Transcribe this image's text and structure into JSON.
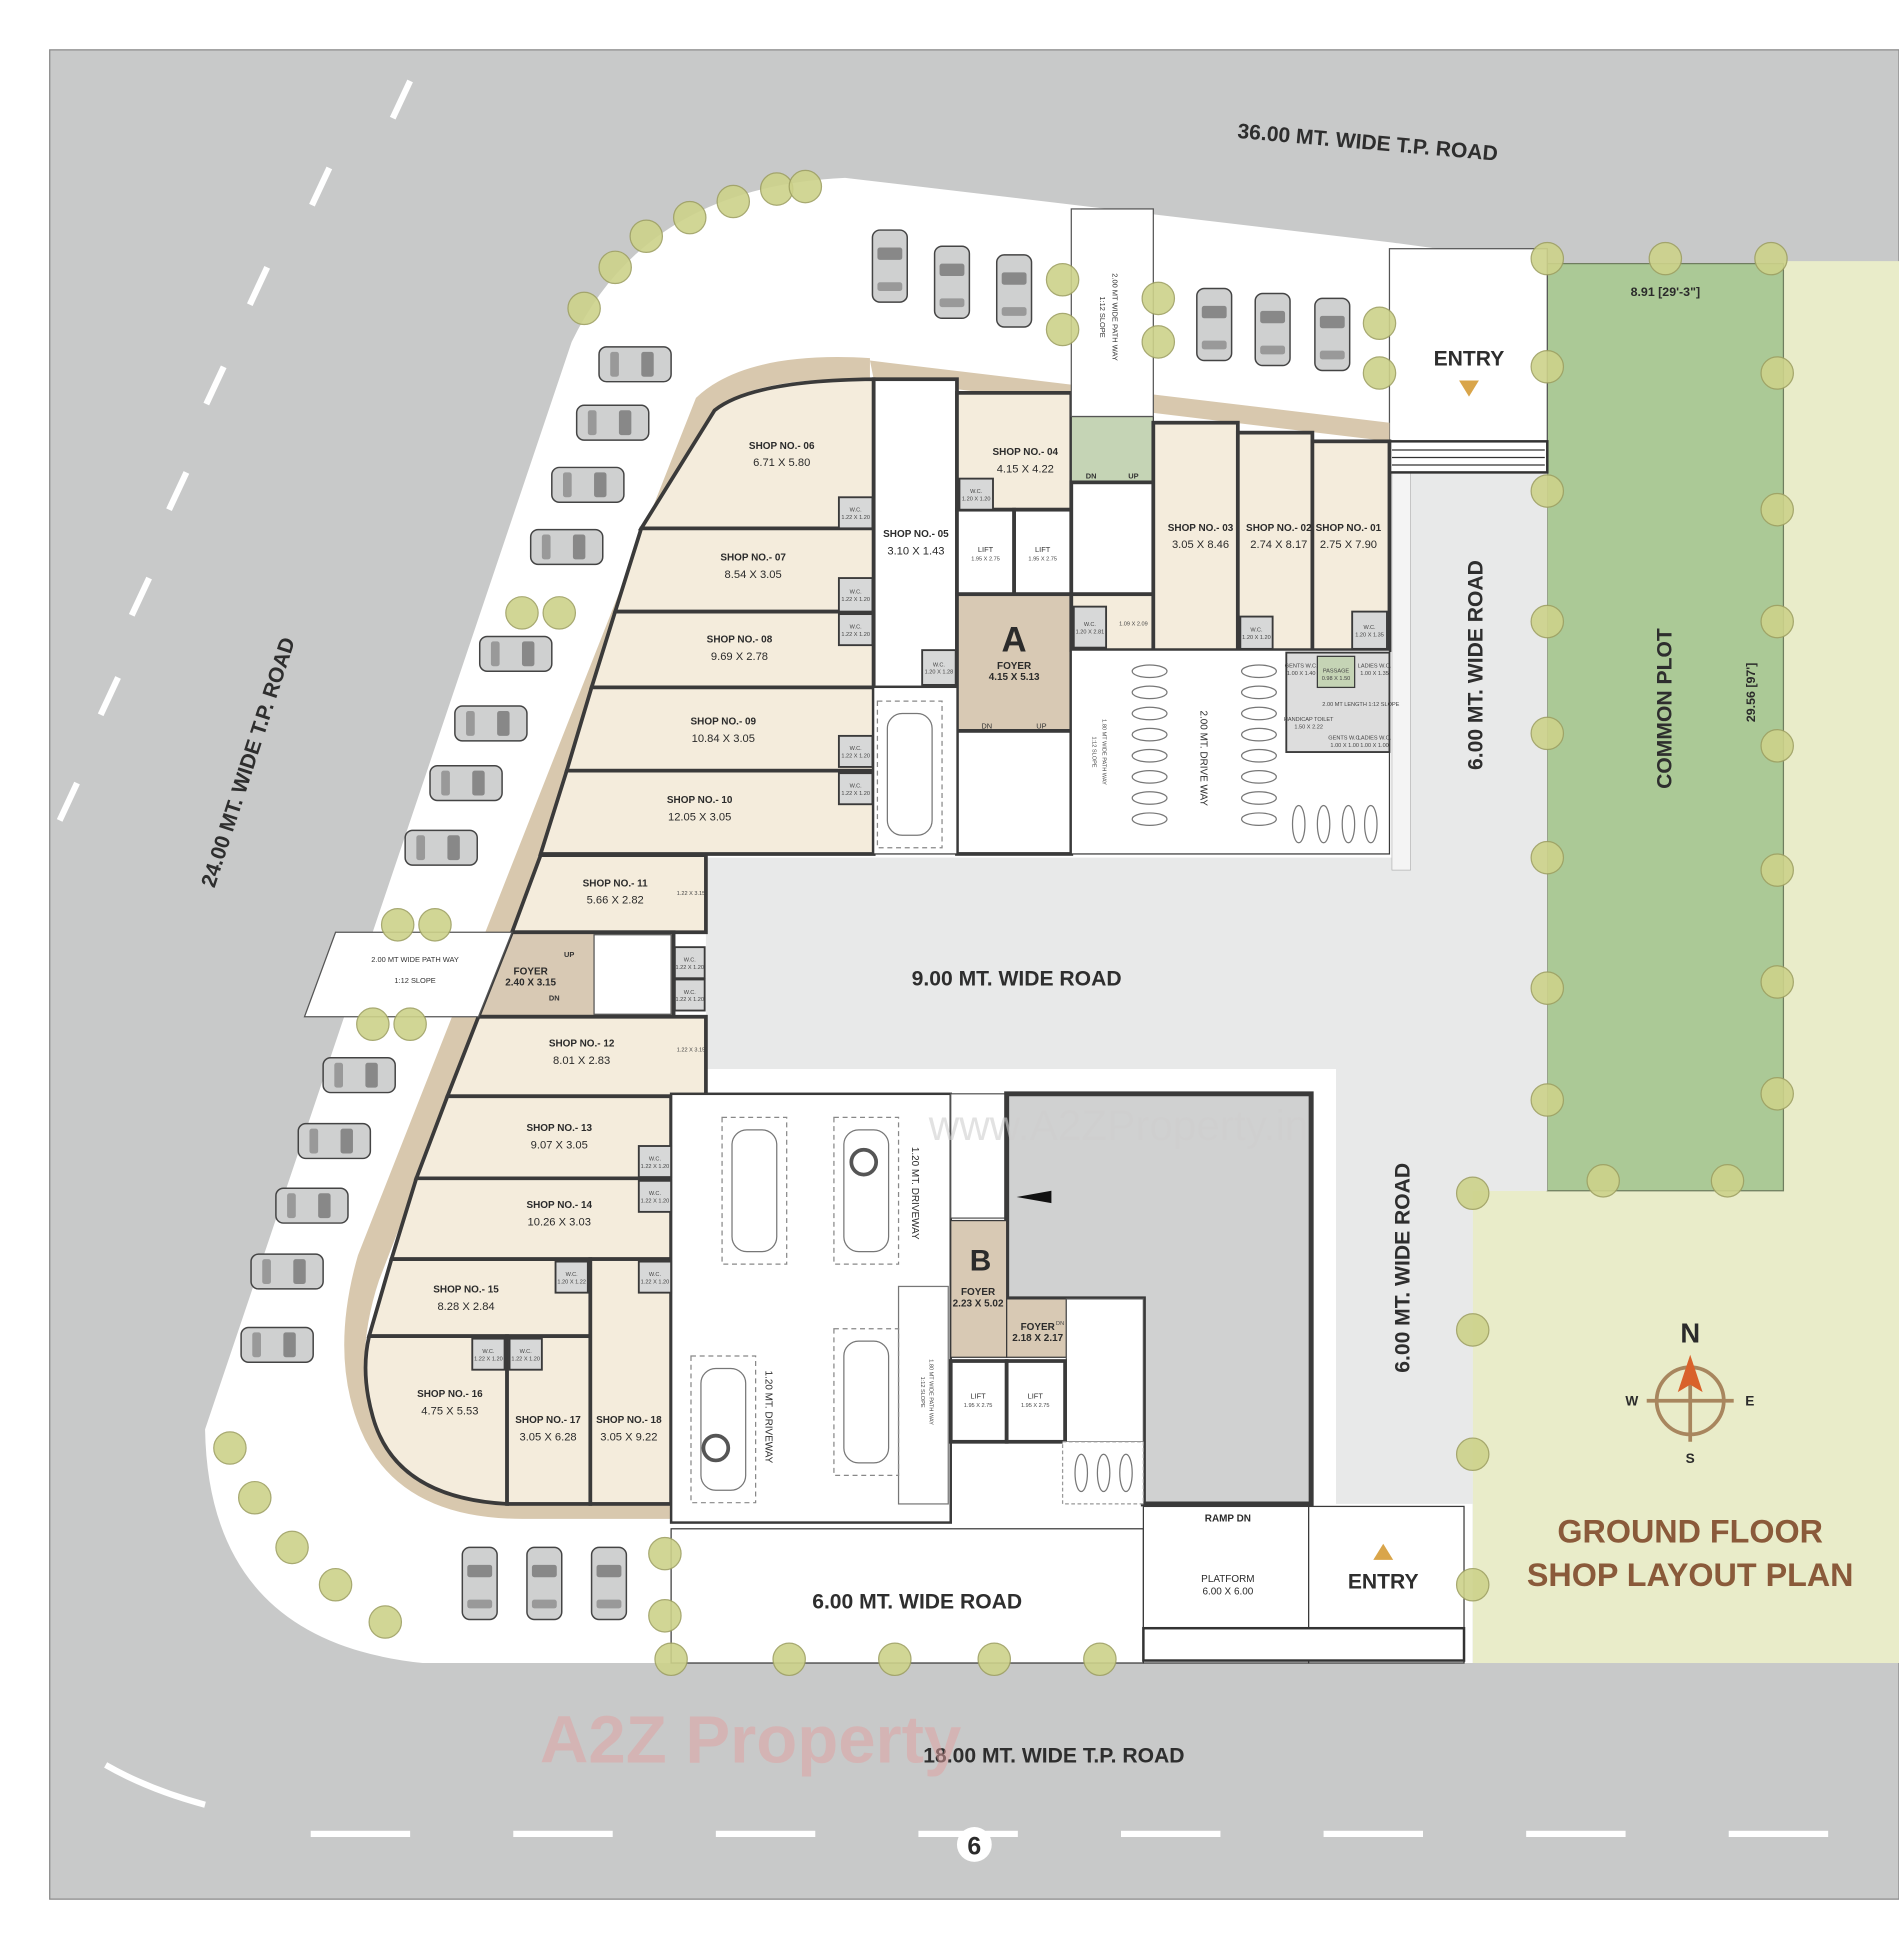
{
  "roads": {
    "top": "36.00 MT. WIDE T.P. ROAD",
    "left": "24.00 MT. WIDE T.P. ROAD",
    "bottom": "18.00 MT. WIDE T.P. ROAD",
    "center": "9.00 MT. WIDE ROAD",
    "right_upper": "6.00 MT. WIDE ROAD",
    "right_lower": "6.00 MT. WIDE ROAD",
    "bottom_inner": "6.00 MT. WIDE ROAD"
  },
  "shops": [
    {
      "name": "SHOP NO.- 01",
      "size": "2.75 X 7.90"
    },
    {
      "name": "SHOP NO.- 02",
      "size": "2.74 X 8.17"
    },
    {
      "name": "SHOP NO.- 03",
      "size": "3.05 X 8.46"
    },
    {
      "name": "SHOP NO.- 04",
      "size": "4.15 X 4.22"
    },
    {
      "name": "SHOP NO.- 05",
      "size": "3.10 X 1.43"
    },
    {
      "name": "SHOP NO.- 06",
      "size": "6.71 X 5.80"
    },
    {
      "name": "SHOP NO.- 07",
      "size": "8.54 X 3.05"
    },
    {
      "name": "SHOP NO.- 08",
      "size": "9.69 X 2.78"
    },
    {
      "name": "SHOP NO.- 09",
      "size": "10.84 X 3.05"
    },
    {
      "name": "SHOP NO.- 10",
      "size": "12.05 X 3.05"
    },
    {
      "name": "SHOP NO.- 11",
      "size": "5.66 X 2.82"
    },
    {
      "name": "SHOP NO.- 12",
      "size": "8.01 X 2.83"
    },
    {
      "name": "SHOP NO.- 13",
      "size": "9.07 X 3.05"
    },
    {
      "name": "SHOP NO.- 14",
      "size": "10.26 X 3.03"
    },
    {
      "name": "SHOP NO.- 15",
      "size": "8.28 X 2.84"
    },
    {
      "name": "SHOP NO.- 16",
      "size": "4.75 X 5.53"
    },
    {
      "name": "SHOP NO.- 17",
      "size": "3.05 X 6.28"
    },
    {
      "name": "SHOP NO.- 18",
      "size": "3.05 X 9.22"
    }
  ],
  "wc": {
    "label": "W.C.",
    "sizes": [
      "1.22 X 1.20",
      "1.20 X 1.20",
      "1.20 X 1.28",
      "1.20 X 1.35",
      "1.20 X 2.81",
      "1.20 X 1.22"
    ]
  },
  "core_a": {
    "letter": "A",
    "foyer": "FOYER",
    "foyer_size": "4.15 X 5.13",
    "lift": "LIFT",
    "lift_size": "1.95 X 2.75",
    "up": "UP",
    "dn": "DN",
    "extra_area": "1.09 X 2.09"
  },
  "core_b": {
    "letter": "B",
    "foyer": "FOYER",
    "foyer_size": "2.23 X 5.02",
    "foyer2_size": "2.18 X 2.17",
    "lift": "LIFT",
    "lift_size": "1.95 X 2.75",
    "dn": "DN"
  },
  "core_side": {
    "foyer": "FOYER",
    "foyer_size": "2.40 X 3.15",
    "up": "UP",
    "dn": "DN",
    "niche_size": "1.22 X 3.15"
  },
  "toilets": {
    "gents": "GENTS W.C.",
    "gents_size": "1.00 X 1.40",
    "ladies": "LADIES W.C.",
    "ladies_size": "1.00 X 1.35",
    "passage": "PASSAGE",
    "passage_size": "0.98 X 1.50",
    "handicap": "HANDICAP TOILET",
    "handicap_size": "1.50 X 2.22",
    "gents2_size": "1.00 X 1.00",
    "ladies2_size": "1.00 X 1.00",
    "ramp": "2.00 MT LENGTH 1:12 SLOPE"
  },
  "pathways": {
    "top": "2.00 MT WIDE PATH WAY",
    "top_slope": "1:12 SLOPE",
    "left": "2.00 MT WIDE  PATH WAY",
    "left_slope": "1:12 SLOPE",
    "inner": "1.80 MT WIDE PATH WAY",
    "inner_slope": "1:12 SLOPE",
    "driveway": "2.00 MT. DRIVE WAY",
    "driveway_b1": "1.20 MT. DRIVEWAY",
    "driveway_b2": "1.20 MT. DRIVEWAY",
    "inner_b": "1.80 MT WIDE PATH WAY",
    "inner_b_slope": "1:12 SLOPE"
  },
  "ramp": {
    "label": "RAMP DN",
    "platform": "PLATFORM",
    "platform_size": "6.00 X 6.00"
  },
  "entries": {
    "top": "ENTRY",
    "bottom": "ENTRY"
  },
  "common_plot": {
    "label": "COMMON PLOT",
    "width": "8.91 [29'-3\"]",
    "length": "29.56 [97']"
  },
  "compass": {
    "n": "N",
    "s": "S",
    "e": "E",
    "w": "W"
  },
  "title": {
    "line1": "GROUND FLOOR",
    "line2": "SHOP LAYOUT PLAN"
  },
  "page_number": "6",
  "watermarks": {
    "logo": "A2Z Property",
    "url": "www.A2ZProperty.in"
  },
  "colors": {
    "road": "#c8c9c9",
    "inner_road": "#e8e9e9",
    "shop": "#f4ecdc",
    "border_band": "#d8c8ae",
    "foyer": "#d8c9b4",
    "common_plot": "#abc996",
    "open_land": "#e9ecc9",
    "title": "#8a5a3a",
    "compass_arrow": "#d9622b",
    "entry_arrow": "#d9a54a"
  }
}
